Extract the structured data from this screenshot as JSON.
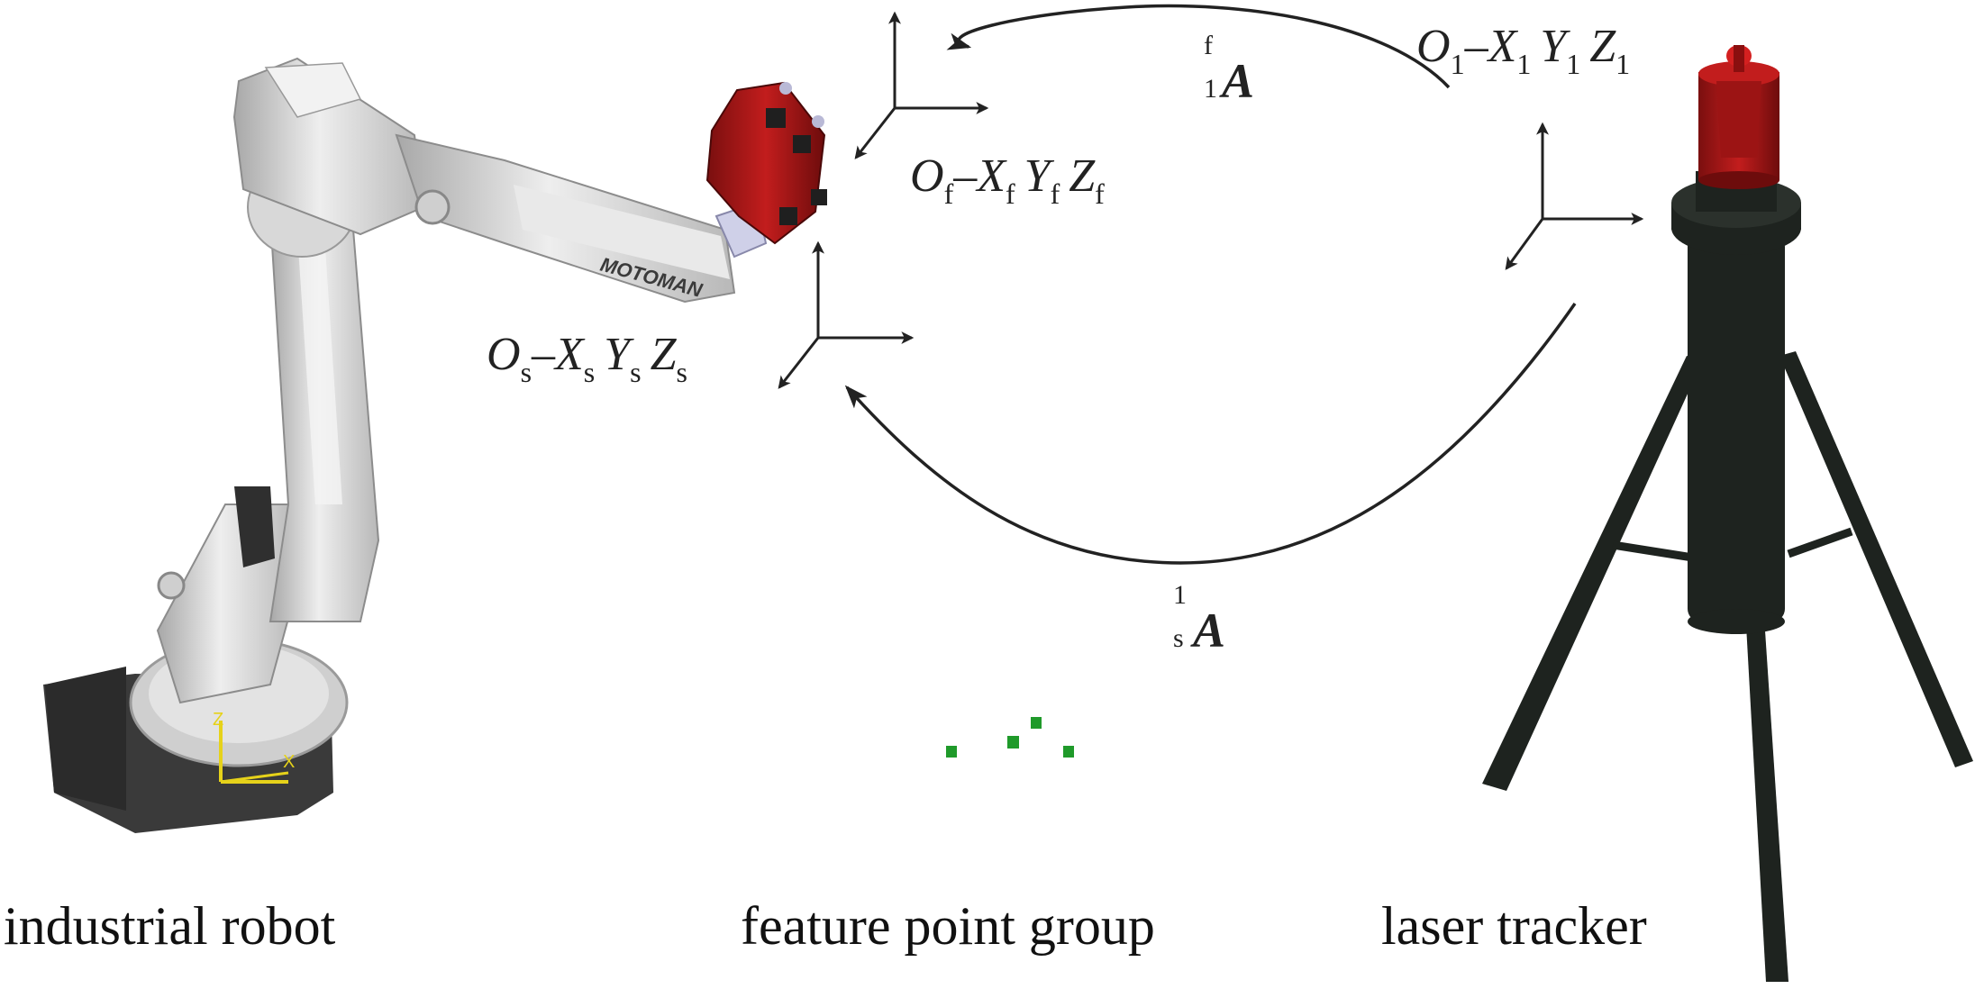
{
  "frames": {
    "flange": {
      "O": "O",
      "X": "X",
      "Y": "Y",
      "Z": "Z",
      "sub": "f"
    },
    "tracker": {
      "O": "O",
      "X": "X",
      "Y": "Y",
      "Z": "Z",
      "sub": "1"
    },
    "station": {
      "O": "O",
      "X": "X",
      "Y": "Y",
      "Z": "Z",
      "sub": "s"
    },
    "dash": "–"
  },
  "transforms": {
    "f_to_1": {
      "symbol": "A",
      "sup": "f",
      "sub": "1"
    },
    "s_to_1": {
      "symbol": "A",
      "sup": "1",
      "sub": "s"
    }
  },
  "robot": {
    "brand": "MOTOMAN",
    "base_axis_x": "X",
    "base_axis_z": "Z"
  },
  "labels": {
    "robot": "industrial robot",
    "points": "feature point group",
    "tracker": "laser tracker"
  },
  "colors": {
    "robot_body": "#d9d9d9",
    "robot_shadow": "#9a9a9a",
    "robot_base": "#3a3a3a",
    "end_effector": "#8b1a1a",
    "tracker_head": "#b31313",
    "tracker_body": "#1e231f",
    "feature_points": "#1f9a2a",
    "axis_yellow": "#e6d21a"
  }
}
